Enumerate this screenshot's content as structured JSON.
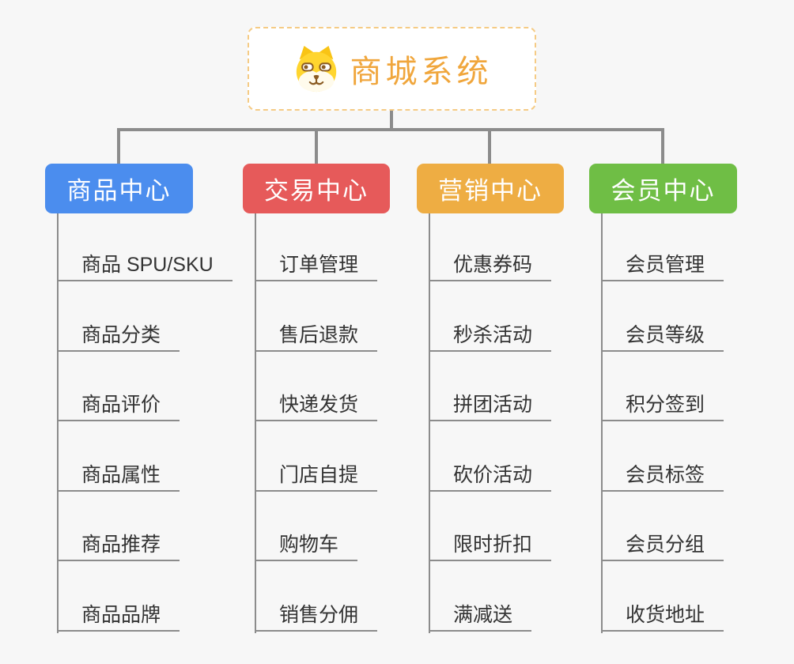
{
  "page": {
    "background": "#F7F7F7"
  },
  "root": {
    "title": "商城系统",
    "icon": "dog-face-icon",
    "text_color": "#F0A63C",
    "border_color": "#F5CB85",
    "fill": "#FFFFFF"
  },
  "lines": {
    "color": "#8C8C8C"
  },
  "branches": [
    {
      "title": "商品中心",
      "color": "#4B8DEE",
      "items": [
        "商品 SPU/SKU",
        "商品分类",
        "商品评价",
        "商品属性",
        "商品推荐",
        "商品品牌"
      ]
    },
    {
      "title": "交易中心",
      "color": "#E65A5A",
      "items": [
        "订单管理",
        "售后退款",
        "快递发货",
        "门店自提",
        "购物车",
        "销售分佣"
      ]
    },
    {
      "title": "营销中心",
      "color": "#EEAD43",
      "items": [
        "优惠券码",
        "秒杀活动",
        "拼团活动",
        "砍价活动",
        "限时折扣",
        "满减送"
      ]
    },
    {
      "title": "会员中心",
      "color": "#6FBE45",
      "items": [
        "会员管理",
        "会员等级",
        "积分签到",
        "会员标签",
        "会员分组",
        "收货地址"
      ]
    }
  ]
}
